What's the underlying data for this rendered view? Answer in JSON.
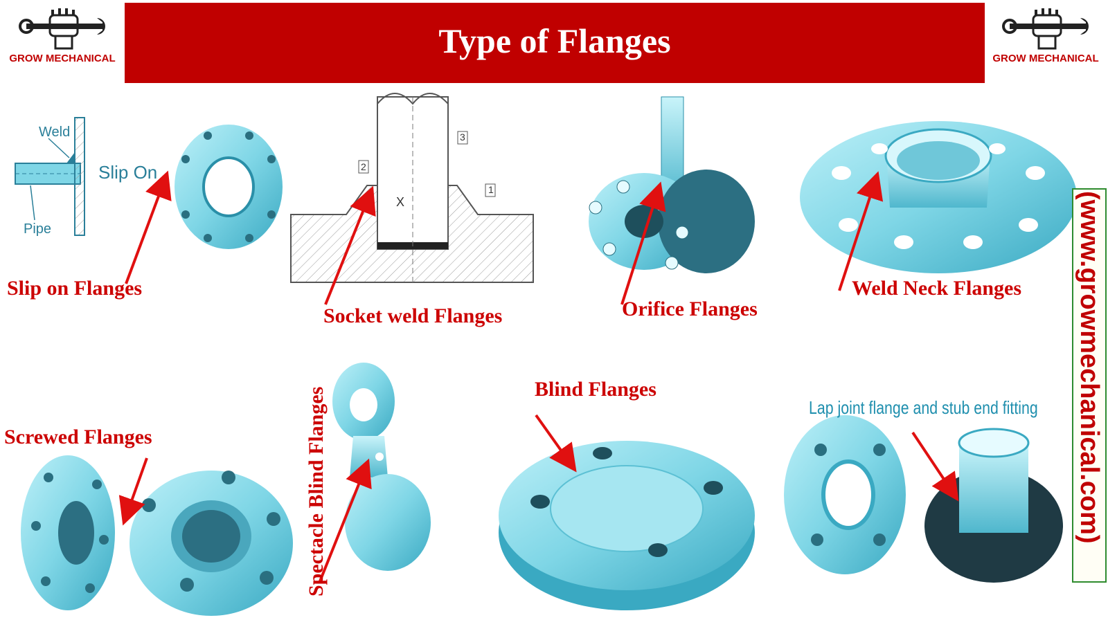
{
  "header": {
    "title": "Type of Flanges"
  },
  "brand": {
    "logo_text": "GROW MECHANICAL",
    "website": "(www.growmechanical.com)"
  },
  "diagram_callouts": {
    "slip_on_weld": "Weld",
    "slip_on_pipe": "Pipe",
    "slip_on_caption": "Slip On",
    "socket_x": "X",
    "socket_n1": "1",
    "socket_n2": "2",
    "socket_n3": "3"
  },
  "flange_labels": {
    "slip_on": "Slip on Flanges",
    "socket_weld": "Socket weld Flanges",
    "orifice": "Orifice Flanges",
    "weld_neck": "Weld Neck Flanges",
    "screwed": "Screwed Flanges",
    "spectacle_blind": "Spectacle Blind Flanges",
    "blind": "Blind Flanges",
    "lap_joint": "Lap joint flange and stub end fitting"
  },
  "colors": {
    "banner": "#c00000",
    "label_red": "#cc0000",
    "steel": "#7fd6e6",
    "steel_dark": "#3aa9c2",
    "arrow": "#e01010",
    "website_border": "#2e8b2e"
  },
  "icons": {
    "logo": "wrench-in-fist-icon"
  }
}
